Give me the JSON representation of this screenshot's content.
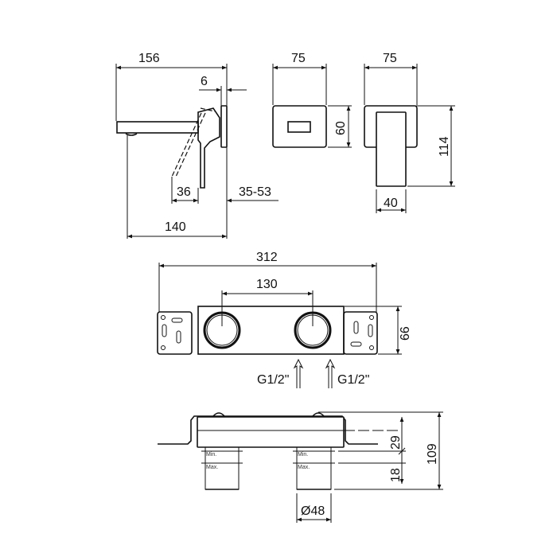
{
  "side_view": {
    "width_total": "156",
    "plate_thickness": "6",
    "lever_offset": "36",
    "wall_range": "35-53",
    "spout_reach": "140"
  },
  "front_view": {
    "width": "75",
    "height": "60"
  },
  "lever_view": {
    "width": "75",
    "height": "114",
    "lever_width": "40"
  },
  "plate_view": {
    "overall_width": "312",
    "inlet_spacing": "130",
    "height": "66",
    "inlet_left": "G1/2\"",
    "inlet_right": "G1/2\""
  },
  "section_view": {
    "min_label": "Min.",
    "max_label": "Max.",
    "min_depth": "29",
    "adjust_range": "18",
    "total_depth": "109",
    "pipe_diameter": "Ø48"
  },
  "colors": {
    "line": "#111111",
    "background": "#ffffff"
  }
}
